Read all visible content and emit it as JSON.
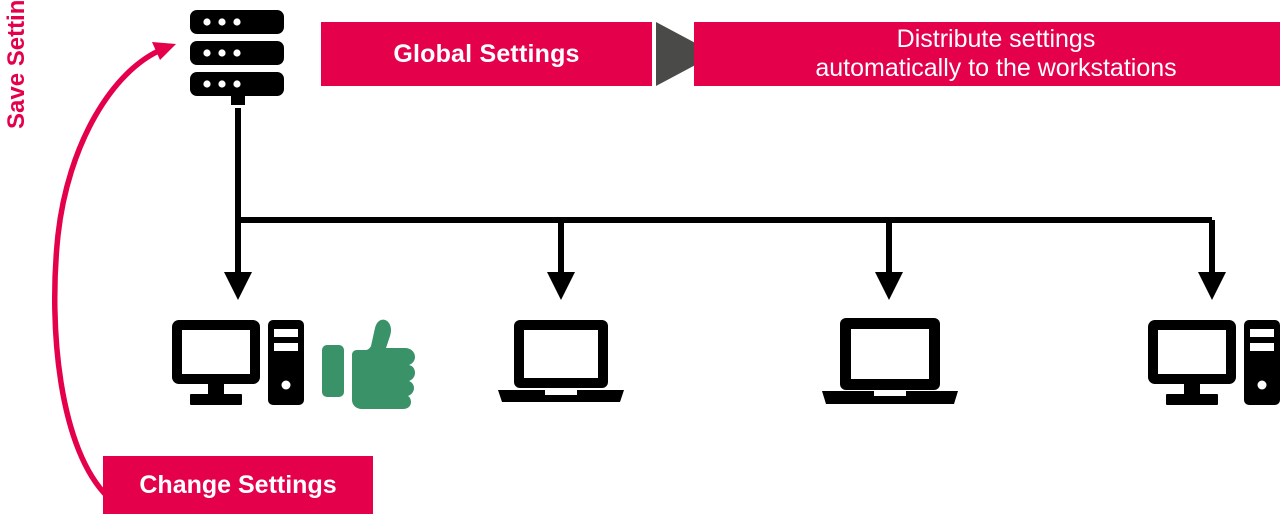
{
  "diagram": {
    "title_banner": "Global Settings",
    "distribute_banner": {
      "line1": "Distribute settings",
      "line2": "automatically to the workstations"
    },
    "change_banner": "Change Settings",
    "side_label": "Save Settings centrally",
    "colors": {
      "accent_red": "#E4004B",
      "triangle_grey": "#4A4A48",
      "icon_black": "#000000",
      "thumb_green": "#3A9268",
      "background": "#FFFFFF"
    },
    "nodes": [
      {
        "id": "server",
        "icon": "server-rack-icon",
        "label": ""
      },
      {
        "id": "workstation-1",
        "icon": "desktop-computer-icon",
        "label": ""
      },
      {
        "id": "workstation-2",
        "icon": "laptop-icon",
        "label": ""
      },
      {
        "id": "workstation-3",
        "icon": "laptop-icon",
        "label": ""
      },
      {
        "id": "workstation-4",
        "icon": "desktop-computer-icon",
        "label": ""
      }
    ],
    "status_icon": "thumbs-up-icon"
  }
}
